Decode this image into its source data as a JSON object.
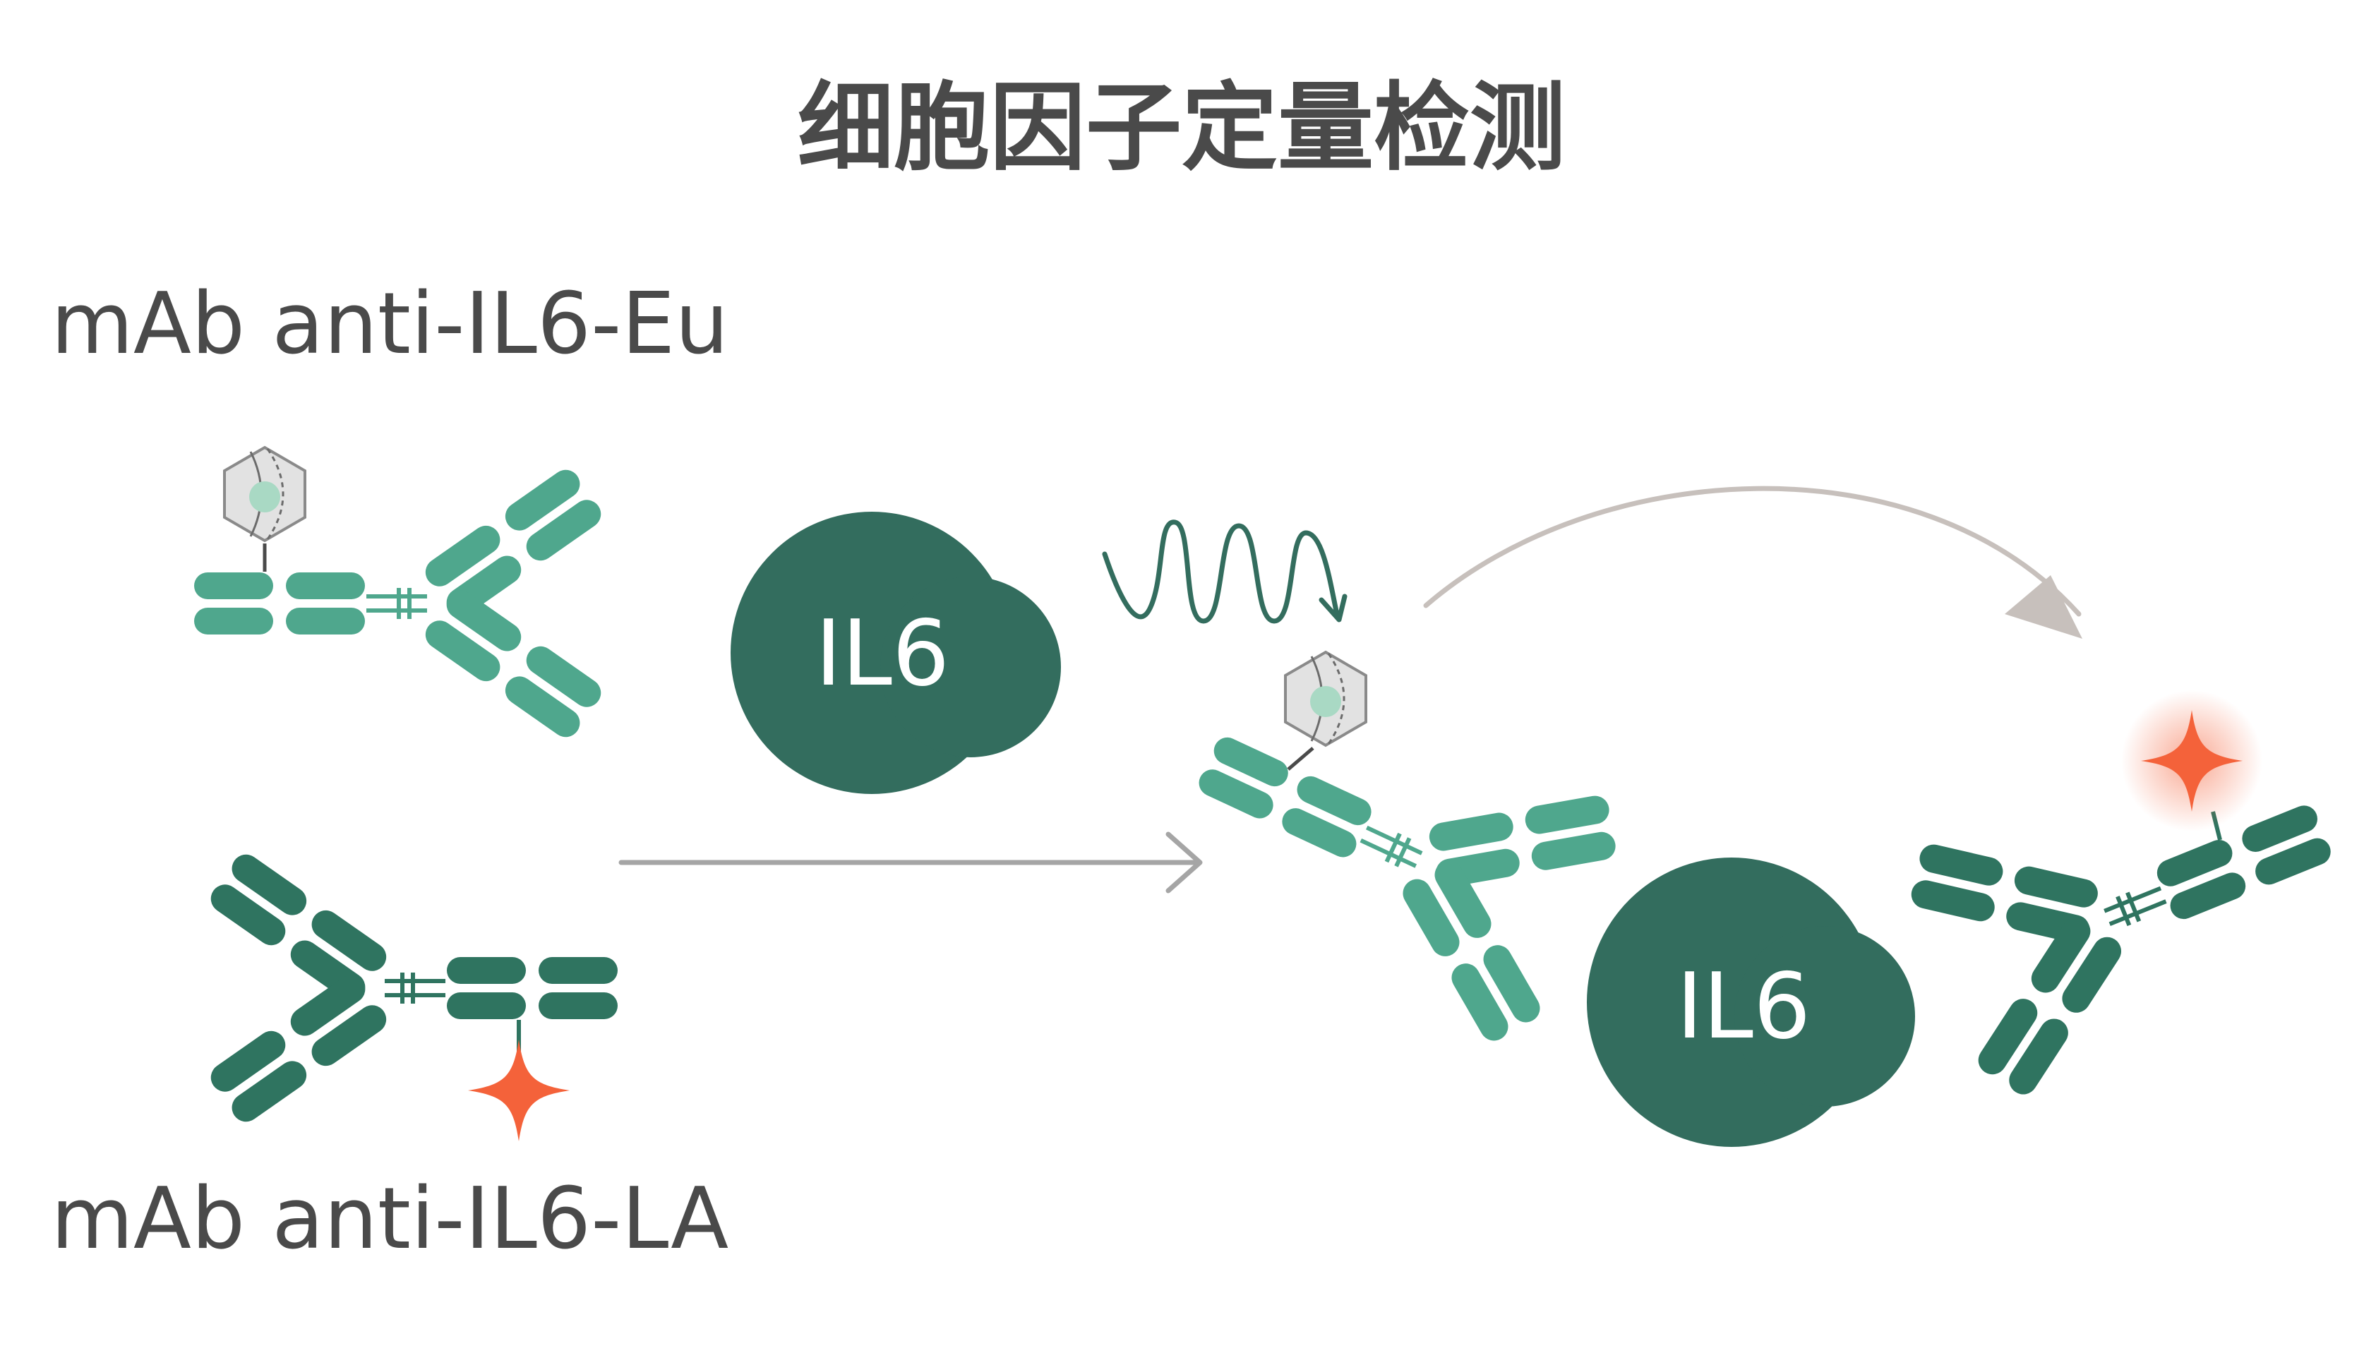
{
  "title": "细胞因子定量检测",
  "labels": {
    "eu_antibody": "mAb anti-IL6-Eu",
    "la_antibody": "mAb anti-IL6-LA"
  },
  "cytokine": {
    "free": "IL6",
    "bound": "IL6"
  },
  "colors": {
    "light_antibody": "#4fa78d",
    "dark_antibody": "#2f7460",
    "cytokine": "#336d5e",
    "acceptor_star": "#f4623a",
    "donor_chelate_fill": "#e2e2e2",
    "donor_core": "#a9d9c4",
    "arrow": "#a5a5a5",
    "arc_arrow": "#c7c0bc",
    "excitation_wave": "#336d5e",
    "text": "#4a4a4a"
  },
  "icons": {
    "donor": "europium-chelate-hexagon-icon",
    "acceptor": "four-point-star-icon",
    "excitation": "light-wave-icon"
  }
}
